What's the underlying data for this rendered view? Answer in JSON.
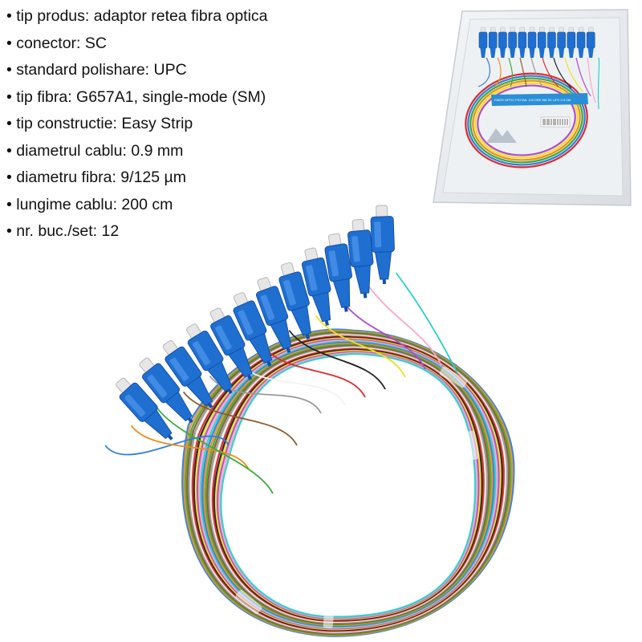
{
  "specs": [
    "tip produs: adaptor retea fibra optica",
    "conector: SC",
    "standard polishare: UPC",
    "tip fibra: G657A1, single-mode (SM)",
    "tip constructie: Easy Strip",
    "diametrul cablu: 0.9 mm",
    "diametru fibra: 9/125 µm",
    "lungime cablu: 200 cm",
    "nr. buc./set: 12"
  ],
  "package": {
    "label_text": "FIBER OPTIC PIGTAIL 12CORE SM SC UPC 0.9 2M"
  },
  "colors": {
    "connector_blue": "#1f6fd1",
    "connector_dark": "#1550a8",
    "ferrule": "#e6e6e6",
    "label_blue": "#2b8fd6",
    "fiber_colors": [
      "#2f7de0",
      "#f28c1a",
      "#3cab3c",
      "#8a5a2b",
      "#9a9a9a",
      "#f2f2f2",
      "#e02a2a",
      "#222222",
      "#f2e01a",
      "#b04ad0",
      "#f7a8c8",
      "#2ad0c8"
    ]
  },
  "connector_count": 12
}
